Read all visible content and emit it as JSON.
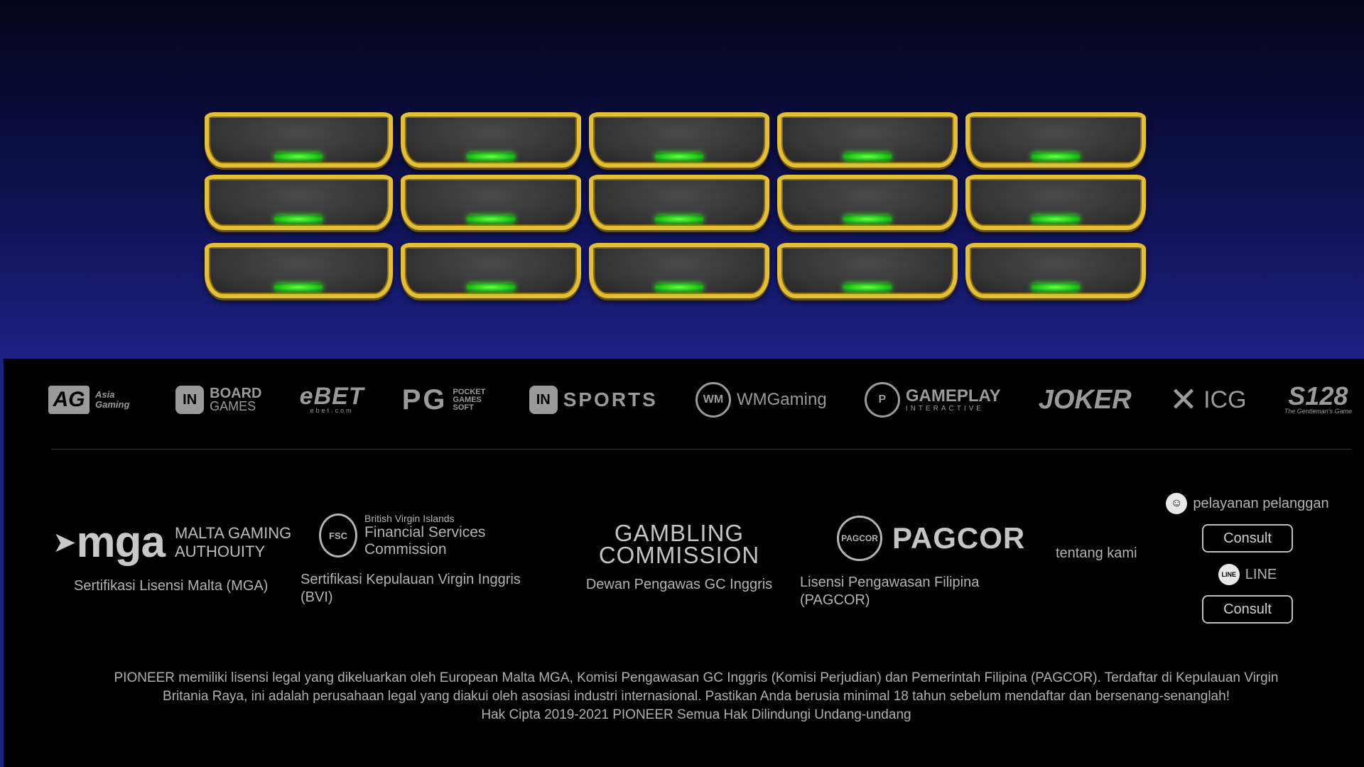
{
  "game_grid": {
    "rows": 3,
    "columns": 5,
    "slot_label": ""
  },
  "providers": [
    {
      "main": "AG",
      "sub": "Asia Gaming",
      "icon": "ag-logo"
    },
    {
      "main": "BOARD",
      "sub": "GAMES",
      "icon": "im-logo"
    },
    {
      "main": "eBET",
      "sub": "ebet.com",
      "icon": "ebet-logo"
    },
    {
      "main": "PG",
      "sub": "POCKET GAMES SOFT",
      "icon": "pg-logo"
    },
    {
      "main": "SPORTS",
      "sub": "",
      "icon": "im-logo"
    },
    {
      "main": "WMGaming",
      "sub": "",
      "icon": "wm-logo"
    },
    {
      "main": "GAMEPLAY",
      "sub": "INTERACTIVE",
      "icon": "gameplay-logo"
    },
    {
      "main": "JOKER",
      "sub": "",
      "icon": "joker-logo"
    },
    {
      "main": "ICG",
      "sub": "",
      "icon": "icg-logo"
    },
    {
      "main": "S128",
      "sub": "The Gentleman's Game",
      "icon": "s128-logo"
    }
  ],
  "licenses": {
    "mga": {
      "logo_text": "mga",
      "logo_sub": "MALTA GAMING AUTHOUITY",
      "caption": "Sertifikasi Lisensi Malta (MGA)"
    },
    "bvi": {
      "logo_line1": "British Virgin Islands",
      "logo_line2": "Financial Services Commission",
      "seal": "FSC",
      "caption": "Sertifikasi Kepulauan Virgin Inggris (BVI)"
    },
    "gc": {
      "line1": "GAMBLING",
      "line2": "COMMISSION",
      "caption": "Dewan Pengawas GC Inggris"
    },
    "pagcor": {
      "name": "PAGCOR",
      "seal": "PAGCOR",
      "caption": "Lisensi Pengawasan Filipina (PAGCOR)"
    }
  },
  "about": {
    "label": "tentang kami"
  },
  "support": {
    "service_label": "pelayanan pelanggan",
    "consult_label": "Consult",
    "line_label": "LINE",
    "line_icon_text": "LINE",
    "service_icon": "headset-icon"
  },
  "legal": {
    "line1": "PIONEER memiliki lisensi legal yang dikeluarkan oleh European Malta MGA, Komisi Pengawasan GC Inggris (Komisi Perjudian) dan Pemerintah Filipina (PAGCOR). Terdaftar di Kepulauan Virgin",
    "line2": "Britania Raya, ini adalah perusahaan legal yang diakui oleh asosiasi industri internasional. Pastikan Anda berusia minimal 18 tahun sebelum mendaftar dan bersenang-senanglah!",
    "line3": "Hak Cipta 2019-2021 PIONEER Semua Hak Dilindungi Undang-undang"
  },
  "colors": {
    "gold": "#e3bf33",
    "led_green": "#1fc21a",
    "hero_top": "#05051a",
    "hero_bottom": "#1c2184"
  }
}
